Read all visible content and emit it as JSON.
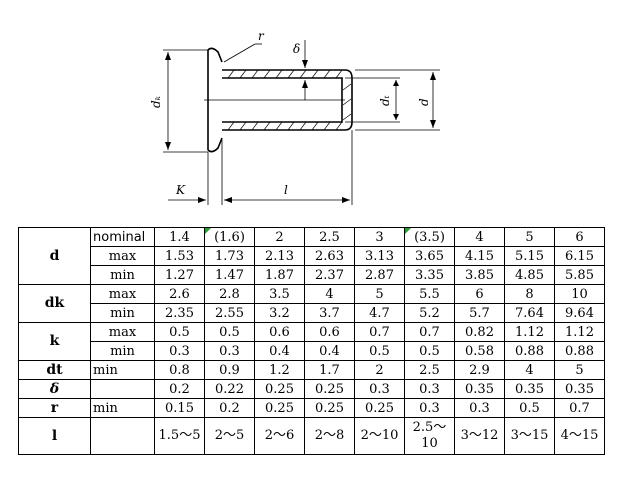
{
  "drawing": {
    "labels": {
      "r": "r",
      "delta": "δ",
      "dk": "dₖ",
      "dt": "dₜ",
      "d": "d",
      "K": "K",
      "l": "l"
    }
  },
  "table": {
    "columns": [
      "1.4",
      "(1.6)",
      "2",
      "2.5",
      "3",
      "(3.5)",
      "4",
      "5",
      "6"
    ],
    "rows": [
      {
        "param": "d",
        "label": "nominal",
        "label_style": "nominal-label",
        "values": [
          "1.4",
          "(1.6)",
          "2",
          "2.5",
          "3",
          "(3.5)",
          "4",
          "5",
          "6"
        ]
      },
      {
        "param": "",
        "label": "max",
        "label_style": "sub",
        "values": [
          "1.53",
          "1.73",
          "2.13",
          "2.63",
          "3.13",
          "3.65",
          "4.15",
          "5.15",
          "6.15"
        ]
      },
      {
        "param": "",
        "label": "min",
        "label_style": "sub",
        "values": [
          "1.27",
          "1.47",
          "1.87",
          "2.37",
          "2.87",
          "3.35",
          "3.85",
          "4.85",
          "5.85"
        ]
      },
      {
        "param": "dk",
        "label": "max",
        "label_style": "sub",
        "values": [
          "2.6",
          "2.8",
          "3.5",
          "4",
          "5",
          "5.5",
          "6",
          "8",
          "10"
        ]
      },
      {
        "param": "",
        "label": "min",
        "label_style": "sub",
        "values": [
          "2.35",
          "2.55",
          "3.2",
          "3.7",
          "4.7",
          "5.2",
          "5.7",
          "7.64",
          "9.64"
        ]
      },
      {
        "param": "k",
        "label": "max",
        "label_style": "sub",
        "values": [
          "0.5",
          "0.5",
          "0.6",
          "0.6",
          "0.7",
          "0.7",
          "0.82",
          "1.12",
          "1.12"
        ]
      },
      {
        "param": "",
        "label": "min",
        "label_style": "sub",
        "values": [
          "0.3",
          "0.3",
          "0.4",
          "0.4",
          "0.5",
          "0.5",
          "0.58",
          "0.88",
          "0.88"
        ]
      },
      {
        "param": "dt",
        "label": "min",
        "label_style": "sub-left",
        "values": [
          "0.8",
          "0.9",
          "1.2",
          "1.7",
          "2",
          "2.5",
          "2.9",
          "4",
          "5"
        ]
      },
      {
        "param": "δ",
        "label": "",
        "label_style": "sub",
        "values": [
          "0.2",
          "0.22",
          "0.25",
          "0.25",
          "0.3",
          "0.3",
          "0.35",
          "0.35",
          "0.35"
        ]
      },
      {
        "param": "r",
        "label": "min",
        "label_style": "sub-left",
        "values": [
          "0.15",
          "0.2",
          "0.25",
          "0.25",
          "0.25",
          "0.3",
          "0.3",
          "0.5",
          "0.7"
        ]
      },
      {
        "param": "l",
        "label": "",
        "label_style": "sub",
        "values": [
          "1.5～5",
          "2～5",
          "2～6",
          "2～8",
          "2～10",
          "2.5～10",
          "3～12",
          "3～15",
          "4～15"
        ]
      }
    ]
  }
}
